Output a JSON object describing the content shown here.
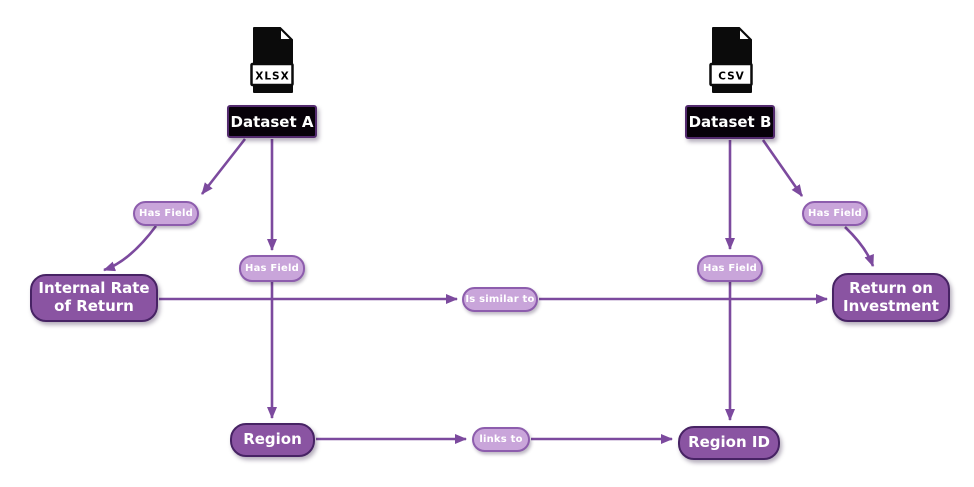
{
  "files": {
    "xlsx": {
      "label": "XLSX"
    },
    "csv": {
      "label": "CSV"
    }
  },
  "datasets": {
    "a": {
      "label": "Dataset A"
    },
    "b": {
      "label": "Dataset B"
    }
  },
  "fields": {
    "irr": {
      "label": "Internal Rate of Return"
    },
    "roi": {
      "label": "Return on Investment"
    },
    "region": {
      "label": "Region"
    },
    "region_id": {
      "label": "Region ID"
    }
  },
  "relations": {
    "has_field_a_irr": {
      "label": "Has Field"
    },
    "has_field_a_region": {
      "label": "Has Field"
    },
    "has_field_b_region_id": {
      "label": "Has Field"
    },
    "has_field_b_roi": {
      "label": "Has Field"
    },
    "is_similar_to": {
      "label": "Is similar to"
    },
    "links_to": {
      "label": "links to"
    }
  },
  "colors": {
    "background": "#ffffff",
    "edge": "#7c4a9e",
    "field_node_fill": "#8a54a2",
    "field_node_border": "#472364",
    "pill_fill": "#c9a5da",
    "pill_border": "#8d5dad",
    "dataset_fill": "#070109",
    "dataset_border": "#532a6e",
    "file_icon": "#000000"
  }
}
